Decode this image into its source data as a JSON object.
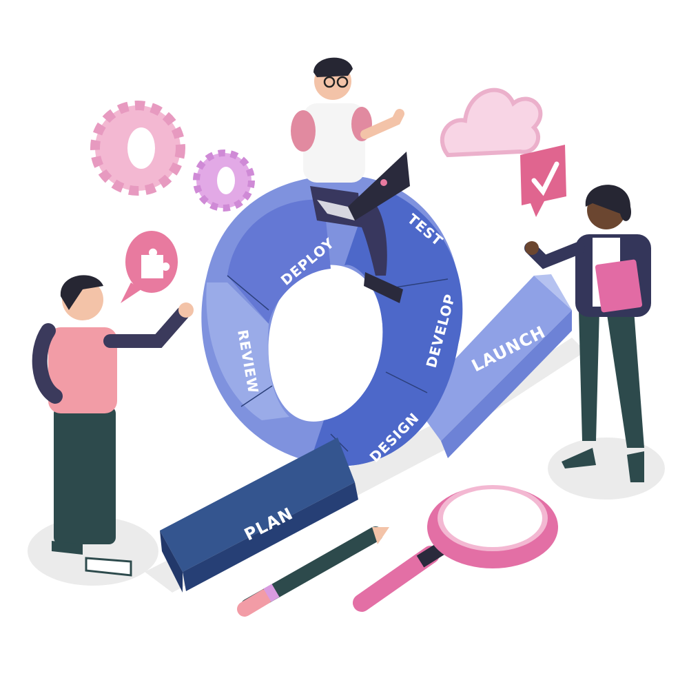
{
  "stages": {
    "plan": "PLAN",
    "design": "DESIGN",
    "develop": "DEVELOP",
    "test": "TEST",
    "deploy": "DEPLOY",
    "review": "REVIEW",
    "launch": "LAUNCH"
  },
  "colors": {
    "ring_light": "#8b9be0",
    "ring_mid": "#5a72cf",
    "ring_dark": "#3d56a8",
    "bar_dark": "#2f4a86",
    "pink": "#e86fa3",
    "pink_light": "#f3b8d2",
    "lilac": "#d99be0",
    "pants": "#2d4a4c",
    "shadow": "#ebebeb"
  },
  "icons": [
    "gear-icon",
    "puzzle-icon",
    "cloud-icon",
    "checkmark-icon",
    "magnifier-icon",
    "pencil-icon",
    "laptop-icon"
  ]
}
